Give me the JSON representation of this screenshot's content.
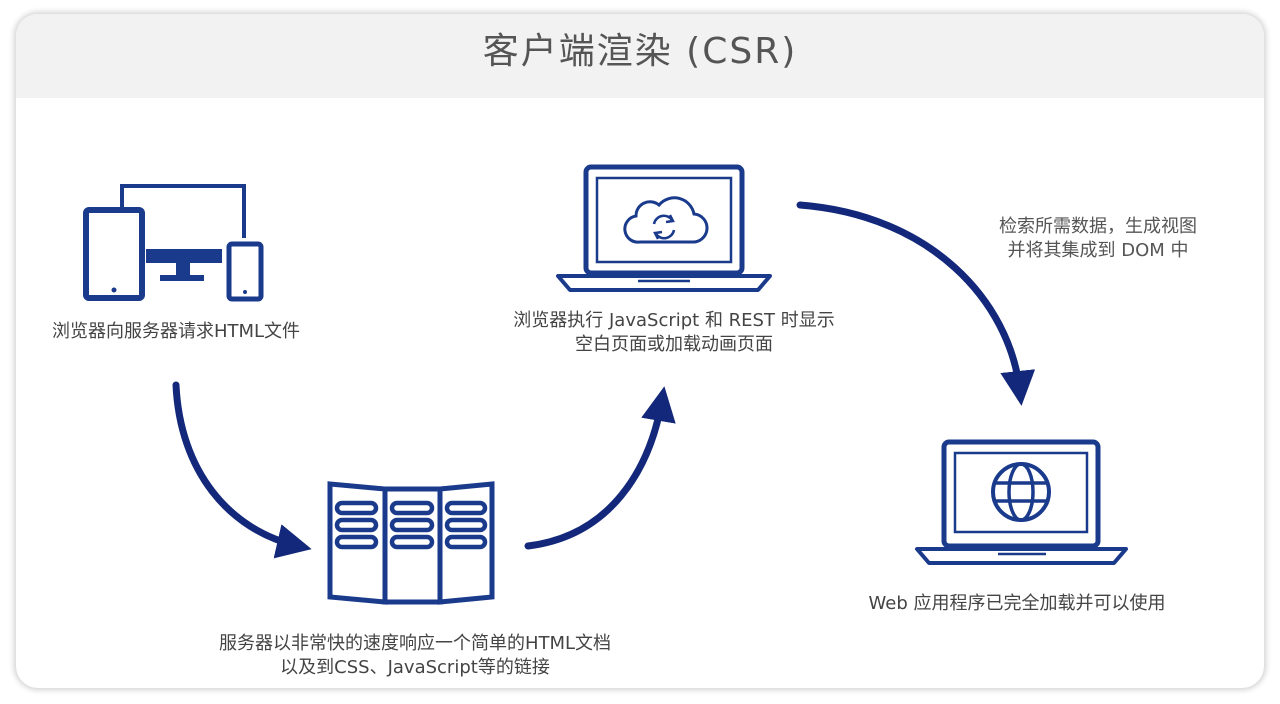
{
  "title": "客户端渲染 (CSR)",
  "steps": [
    {
      "label": "浏览器向服务器请求HTML文件",
      "icon": "devices-icon"
    },
    {
      "line1": "服务器以非常快的速度响应一个简单的HTML文档",
      "line2": "以及到CSS、JavaScript等的链接",
      "icon": "server-icon"
    },
    {
      "line1": "浏览器执行 JavaScript 和 REST 时显示",
      "line2": "空白页面或加载动画页面",
      "icon": "laptop-cloud-sync-icon"
    },
    {
      "line1": "检索所需数据，生成视图",
      "line2": "并将其集成到 DOM 中"
    },
    {
      "label": "Web 应用程序已完全加载并可以使用",
      "icon": "laptop-globe-icon"
    }
  ],
  "colors": {
    "icon": "#1a3a8c",
    "arrow": "#13287a",
    "header_bg": "#f2f2f2",
    "title": "#555555",
    "text": "#444444"
  }
}
